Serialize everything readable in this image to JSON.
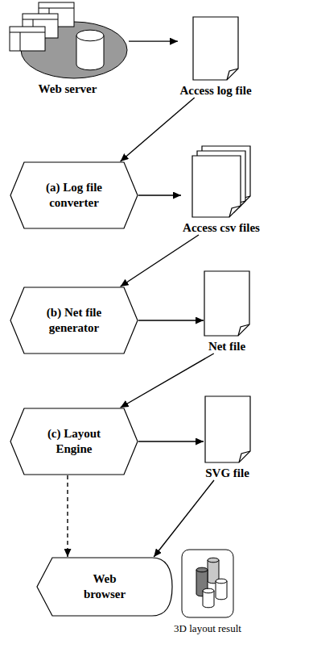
{
  "diagram": {
    "nodes": [
      {
        "text": [
          "Web server"
        ]
      },
      {
        "text": [
          "Access log file"
        ]
      },
      {
        "text": [
          "(a) Log file converter"
        ]
      },
      {
        "text": [
          "Access csv files"
        ]
      },
      {
        "text": [
          "(b) Net file generator"
        ]
      },
      {
        "text": [
          "Net file"
        ]
      },
      {
        "text": [
          "(c) Layout Engine"
        ]
      },
      {
        "text": [
          "SVG file"
        ]
      },
      {
        "text": [
          "Web browser"
        ]
      },
      {
        "text": [
          "3D layout result"
        ]
      }
    ],
    "edges": [
      {
        "from": 0,
        "to": 1,
        "arrow": "to"
      },
      {
        "from": 1,
        "to": 2,
        "arrow": "to"
      },
      {
        "from": 2,
        "to": 3,
        "arrow": "to"
      },
      {
        "from": 3,
        "to": 4,
        "arrow": "to"
      },
      {
        "from": 4,
        "to": 5,
        "arrow": "to"
      },
      {
        "from": 5,
        "to": 6,
        "arrow": "to"
      },
      {
        "from": 6,
        "to": 7,
        "arrow": "to"
      },
      {
        "from": 6,
        "to": 8,
        "arrow": "to"
      },
      {
        "from": 7,
        "to": 8,
        "arrow": "to"
      }
    ]
  }
}
